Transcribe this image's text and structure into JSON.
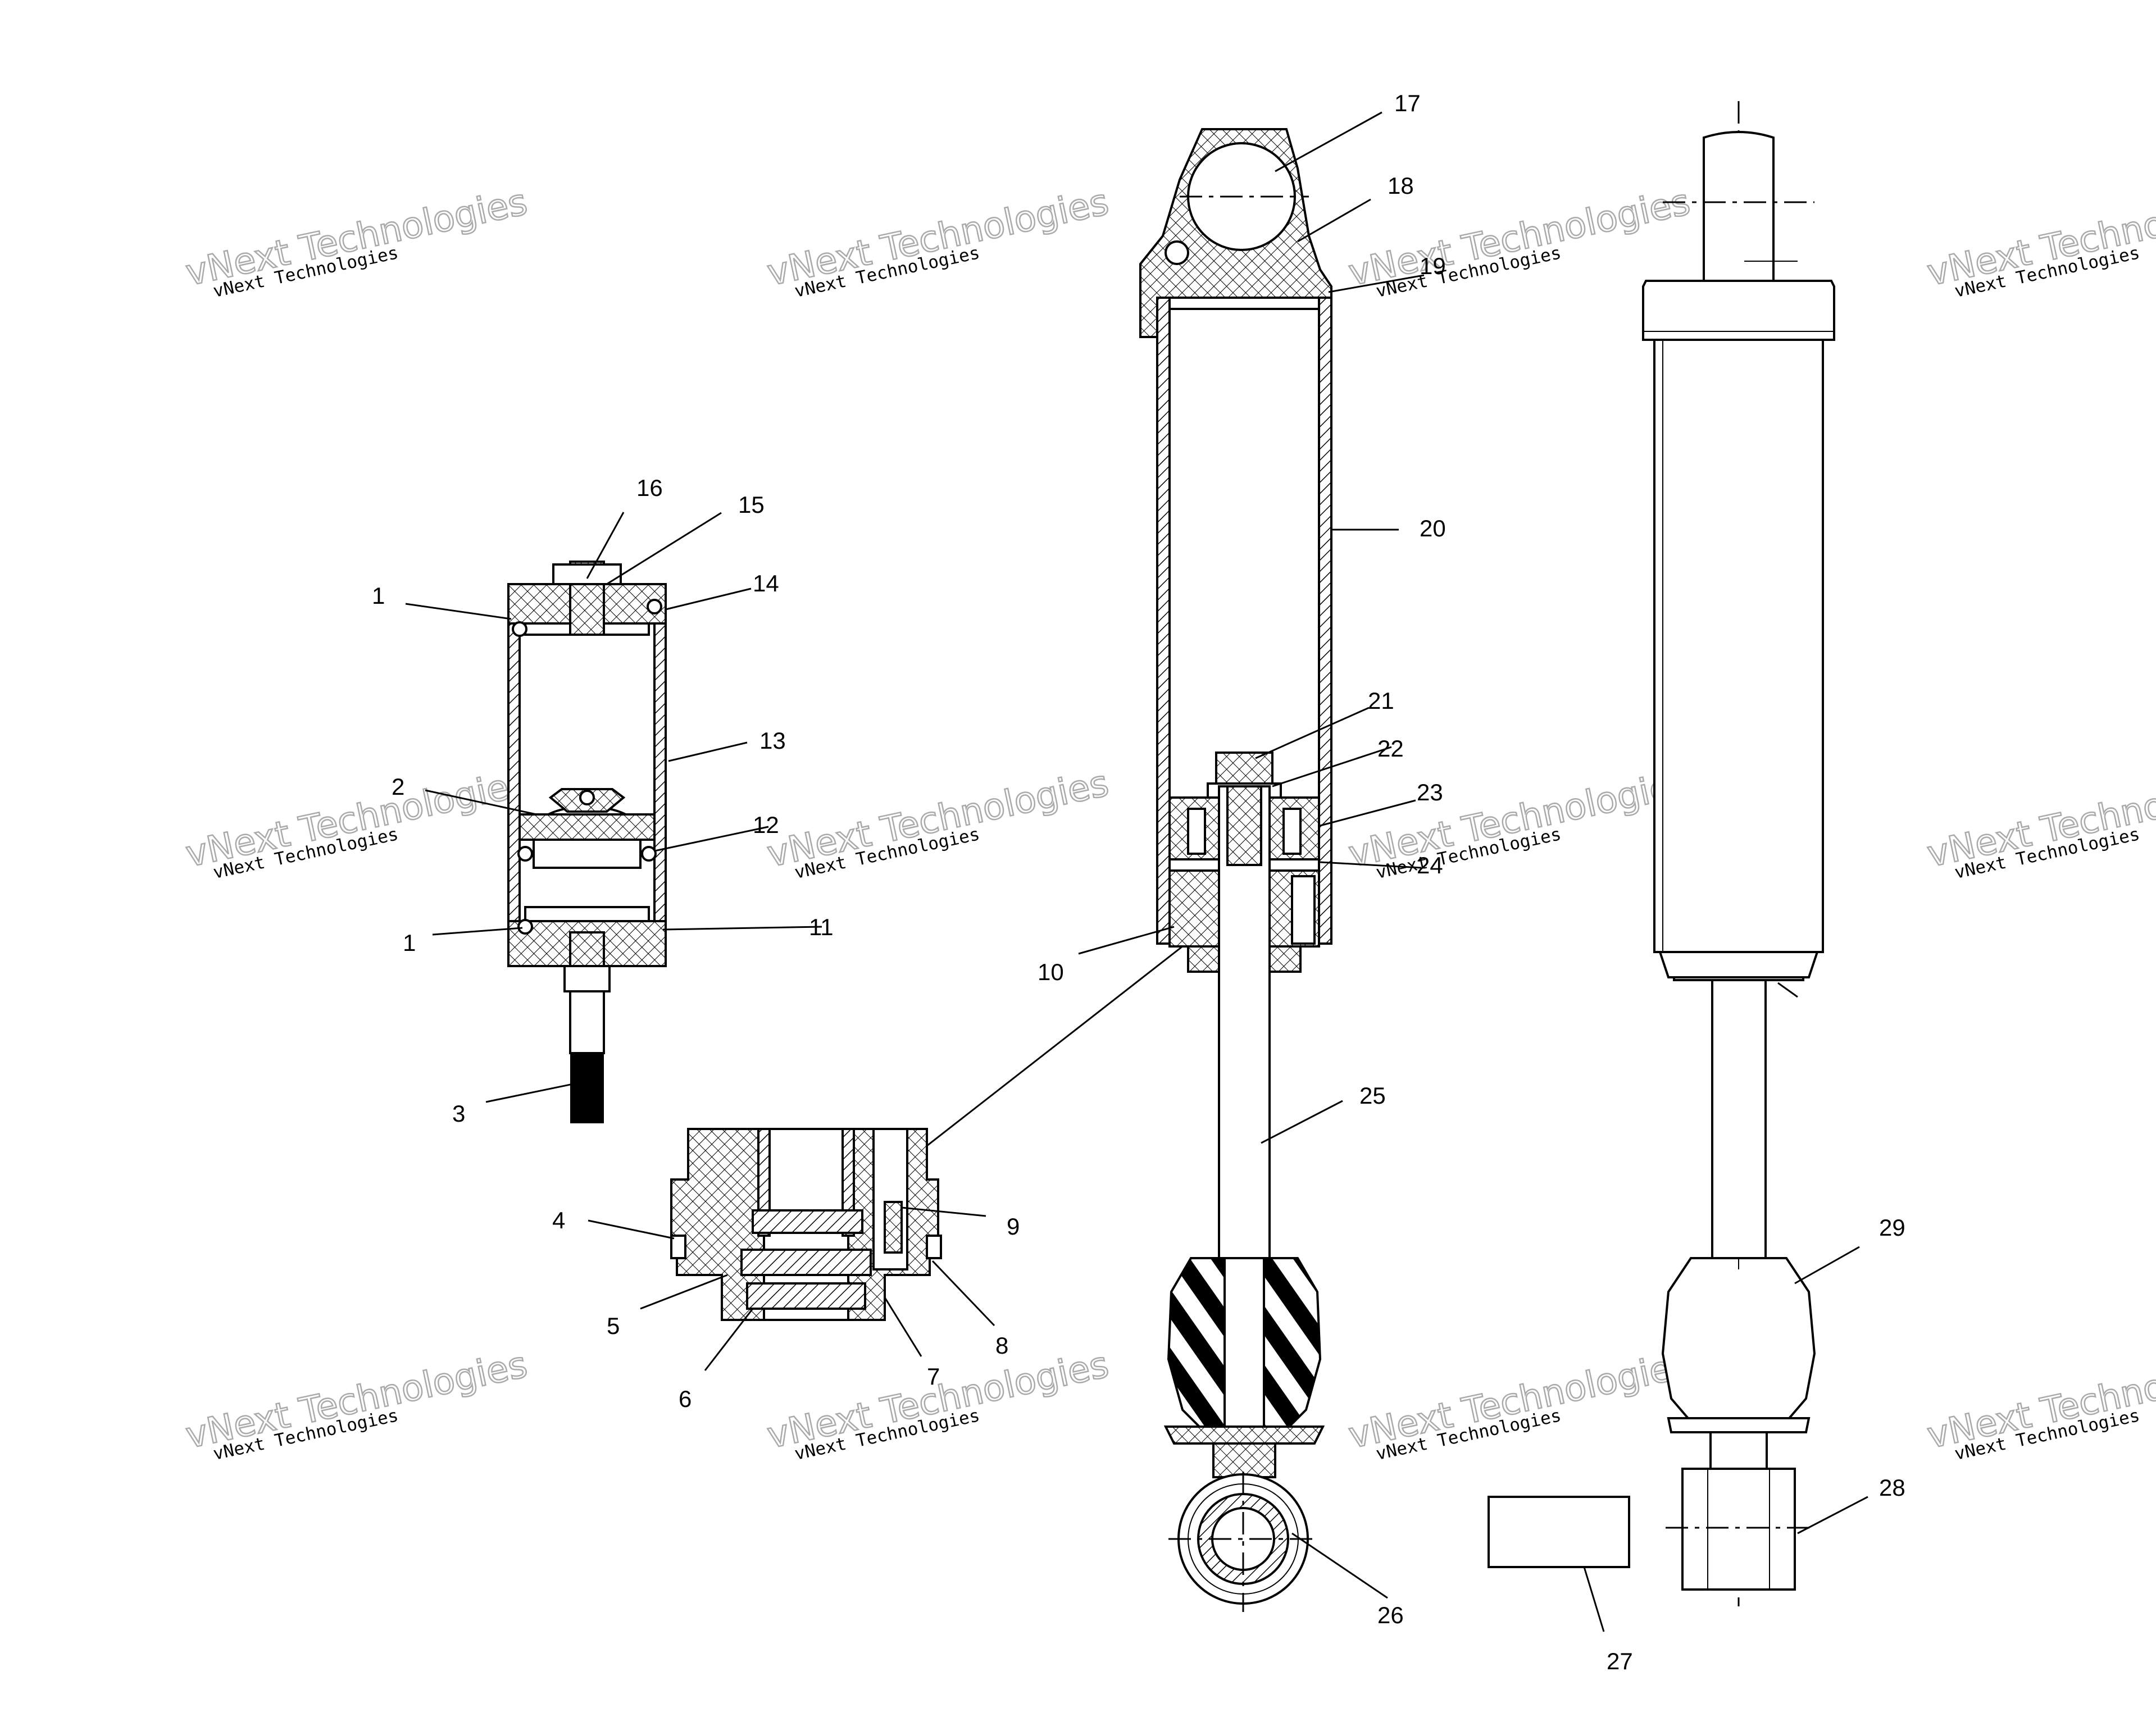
{
  "diagram": {
    "watermark": {
      "big": "vNext Technologies",
      "small": "vNext Technologies"
    },
    "callouts": [
      {
        "id": "c1a",
        "text": "1"
      },
      {
        "id": "c1b",
        "text": "1"
      },
      {
        "id": "c2",
        "text": "2"
      },
      {
        "id": "c3",
        "text": "3"
      },
      {
        "id": "c4",
        "text": "4"
      },
      {
        "id": "c5",
        "text": "5"
      },
      {
        "id": "c6",
        "text": "6"
      },
      {
        "id": "c7",
        "text": "7"
      },
      {
        "id": "c8",
        "text": "8"
      },
      {
        "id": "c9",
        "text": "9"
      },
      {
        "id": "c10",
        "text": "10"
      },
      {
        "id": "c11",
        "text": "11"
      },
      {
        "id": "c12",
        "text": "12"
      },
      {
        "id": "c13",
        "text": "13"
      },
      {
        "id": "c14",
        "text": "14"
      },
      {
        "id": "c15",
        "text": "15"
      },
      {
        "id": "c16",
        "text": "16"
      },
      {
        "id": "c17",
        "text": "17"
      },
      {
        "id": "c18",
        "text": "18"
      },
      {
        "id": "c19",
        "text": "19"
      },
      {
        "id": "c20",
        "text": "20"
      },
      {
        "id": "c21",
        "text": "21"
      },
      {
        "id": "c22",
        "text": "22"
      },
      {
        "id": "c23",
        "text": "23"
      },
      {
        "id": "c24",
        "text": "24"
      },
      {
        "id": "c25",
        "text": "25"
      },
      {
        "id": "c26",
        "text": "26"
      },
      {
        "id": "c27",
        "text": "27"
      },
      {
        "id": "c28",
        "text": "28"
      },
      {
        "id": "c29",
        "text": "29"
      }
    ]
  }
}
